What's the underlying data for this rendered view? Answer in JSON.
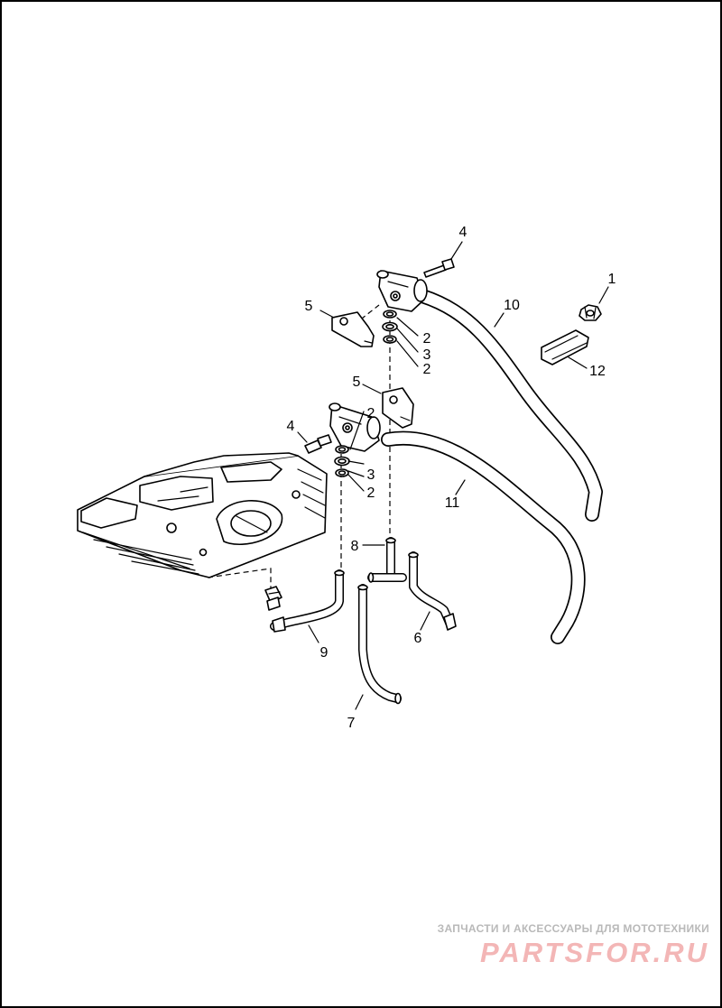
{
  "callouts": {
    "c1": "1",
    "c2a": "2",
    "c2b": "2",
    "c2c": "2",
    "c2d": "2",
    "c3a": "3",
    "c3b": "3",
    "c4a": "4",
    "c4b": "4",
    "c5a": "5",
    "c5b": "5",
    "c6": "6",
    "c7": "7",
    "c8": "8",
    "c9": "9",
    "c10": "10",
    "c11": "11",
    "c12": "12"
  },
  "watermark": {
    "caption": "ЗАПЧАСТИ И АКСЕССУАРЫ ДЛЯ МОТОТЕХНИКИ",
    "brand": "PARTSFOR.RU"
  },
  "colors": {
    "line": "#000000",
    "background": "#ffffff",
    "watermark_brand": "#f3b6b6",
    "watermark_caption": "#b9b9b9"
  }
}
